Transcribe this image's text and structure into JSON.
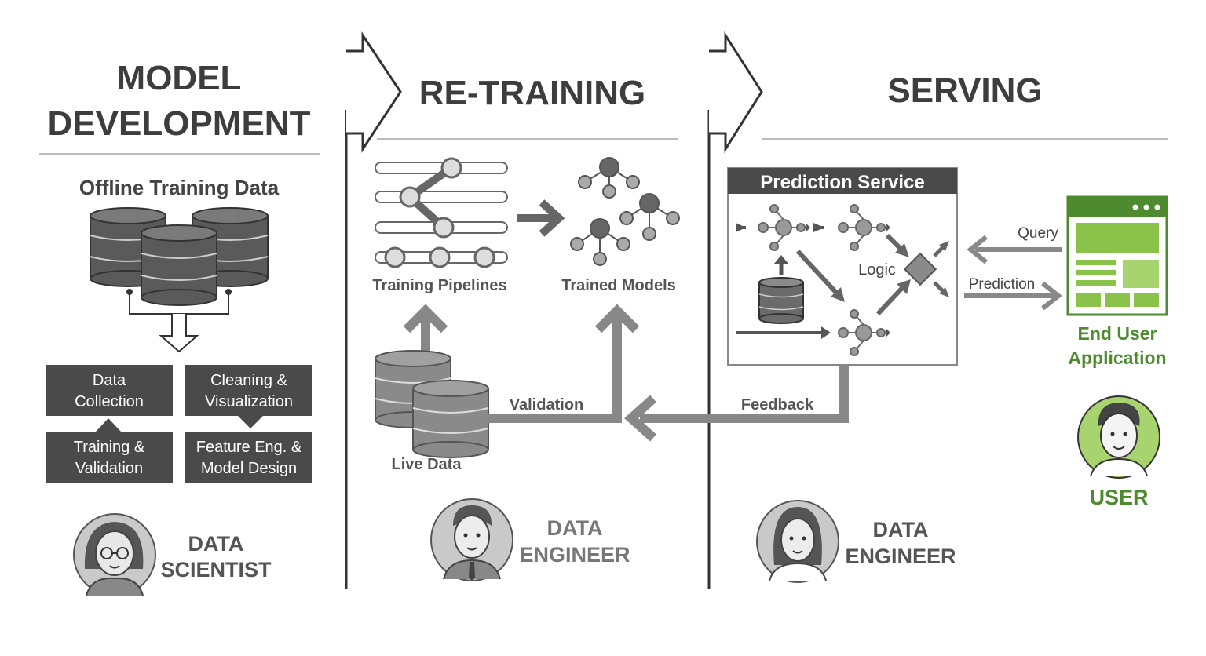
{
  "sections": {
    "dev": {
      "title_line1": "MODEL",
      "title_line2": "DEVELOPMENT",
      "subtitle": "Offline Training Data",
      "steps": {
        "data_collection": [
          "Data",
          "Collection"
        ],
        "cleaning": [
          "Cleaning &",
          "Visualization"
        ],
        "training": [
          "Training &",
          "Validation"
        ],
        "feature": [
          "Feature Eng. &",
          "Model Design"
        ]
      },
      "persona": [
        "DATA",
        "SCIENTIST"
      ]
    },
    "retrain": {
      "title": "RE-TRAINING",
      "pipelines_label": "Training Pipelines",
      "models_label": "Trained Models",
      "live_data_label": "Live Data",
      "validation_label": "Validation",
      "persona": [
        "DATA",
        "ENGINEER"
      ]
    },
    "serving": {
      "title": "SERVING",
      "service_title": "Prediction Service",
      "logic_label": "Logic",
      "query_label": "Query",
      "prediction_label": "Prediction",
      "feedback_label": "Feedback",
      "app_label": [
        "End User",
        "Application"
      ],
      "user_label": "USER",
      "persona": [
        "DATA",
        "ENGINEER"
      ]
    }
  },
  "colors": {
    "dark": "#4a4a4a",
    "mid": "#7a7a7a",
    "light": "#bcbcbc",
    "title": "#3d3d3d",
    "green": "#4e8a2e",
    "green_light": "#8bc34a",
    "green_fill": "#a8d46f"
  }
}
